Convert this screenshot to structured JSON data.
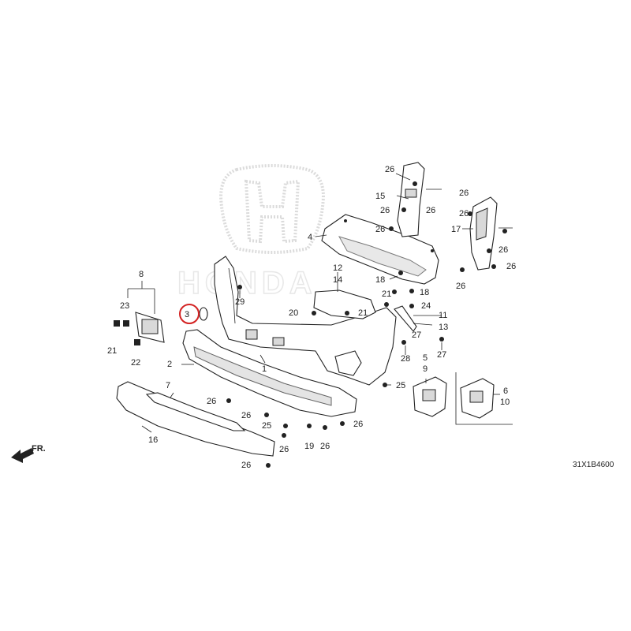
{
  "diagram_code": "31X1B4600",
  "front_indicator": "FR.",
  "highlighted_part": "3",
  "watermark": "HONDA",
  "part_labels": {
    "p1": "1",
    "p2": "2",
    "p3": "3",
    "p4": "4",
    "p5": "5",
    "p6": "6",
    "p7": "7",
    "p8": "8",
    "p9": "9",
    "p10": "10",
    "p11": "11",
    "p12": "12",
    "p13": "13",
    "p14": "14",
    "p15": "15",
    "p16": "16",
    "p17": "17",
    "p18a": "18",
    "p18b": "18",
    "p19": "19",
    "p20": "20",
    "p21a": "21",
    "p21b": "21",
    "p21c": "21",
    "p22": "22",
    "p23": "23",
    "p24": "24",
    "p25a": "25",
    "p25b": "25",
    "p26a": "26",
    "p26b": "26",
    "p26c": "26",
    "p26d": "26",
    "p26e": "26",
    "p26f": "26",
    "p26g": "26",
    "p26h": "26",
    "p26i": "26",
    "p26j": "26",
    "p26k": "26",
    "p26l": "26",
    "p26m": "26",
    "p27a": "27",
    "p27b": "27",
    "p28": "28",
    "p29": "29"
  }
}
